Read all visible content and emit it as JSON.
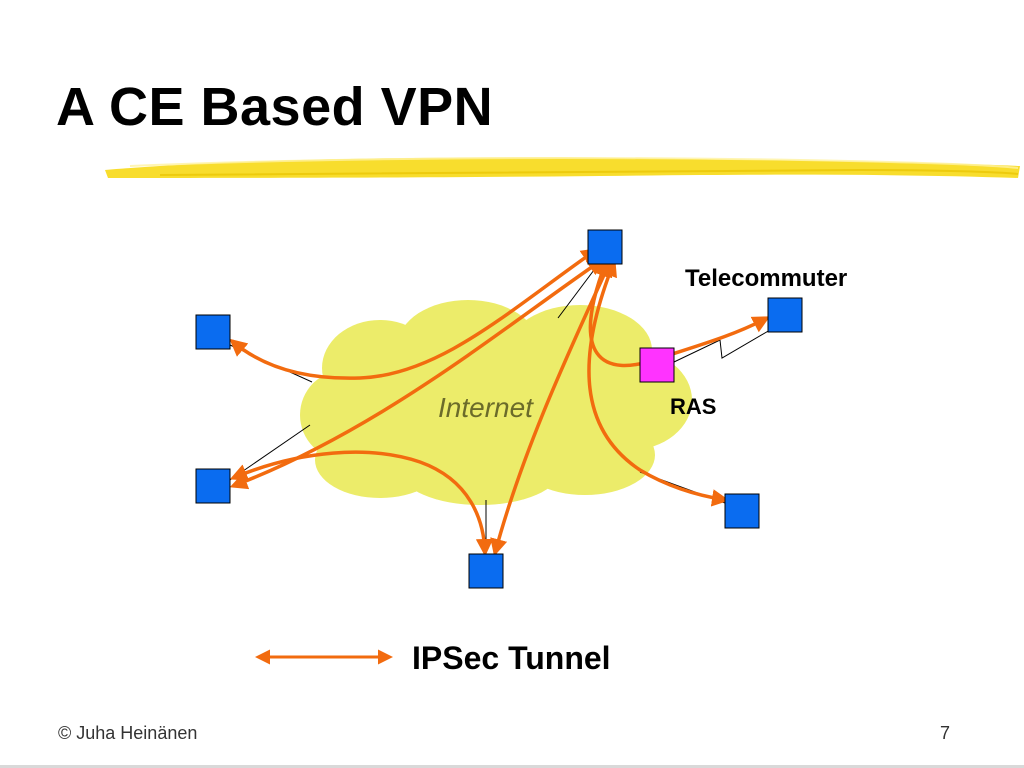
{
  "slide": {
    "title": "A CE Based VPN",
    "footer_author": "© Juha Heinänen",
    "page_number": "7"
  },
  "diagram": {
    "cloud_label": "Internet",
    "telecommuter_label": "Telecommuter",
    "ras_label": "RAS",
    "legend_label": "IPSec Tunnel",
    "colors": {
      "ce_router": "#0a6cf0",
      "ras": "#ff33ff",
      "cloud": "#ecec6a",
      "tunnel": "#f26b0f",
      "title_underline": "#f5d200"
    }
  }
}
